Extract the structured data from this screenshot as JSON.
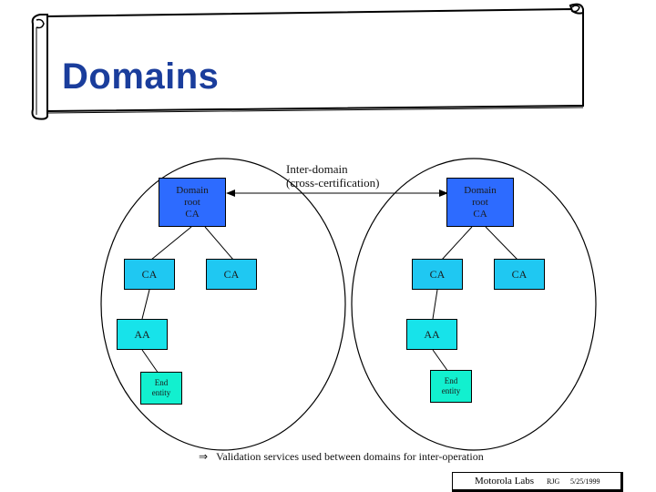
{
  "slide": {
    "title": "Domains"
  },
  "diagram": {
    "inter_domain_label_line1": "Inter-domain",
    "inter_domain_label_line2": "(cross-certification)",
    "left_domain": {
      "root": [
        "Domain",
        "root",
        "CA"
      ],
      "ca_left": "CA",
      "ca_right": "CA",
      "aa": "AA",
      "end_entity": [
        "End",
        "entity"
      ]
    },
    "right_domain": {
      "root": [
        "Domain",
        "root",
        "CA"
      ],
      "ca_left": "CA",
      "ca_right": "CA",
      "aa": "AA",
      "end_entity": [
        "End",
        "entity"
      ]
    }
  },
  "footnote": {
    "arrow_glyph": "⇒",
    "text": "Validation services used between domains for inter-operation"
  },
  "footer": {
    "org": "Motorola Labs",
    "initials": "RJG",
    "date": "5/25/1999"
  },
  "colors": {
    "root_ca": "#2d6bff",
    "ca": "#1fc8f2",
    "aa": "#17e3ea",
    "end_entity": "#12f0cf",
    "title": "#1a3d9c"
  }
}
